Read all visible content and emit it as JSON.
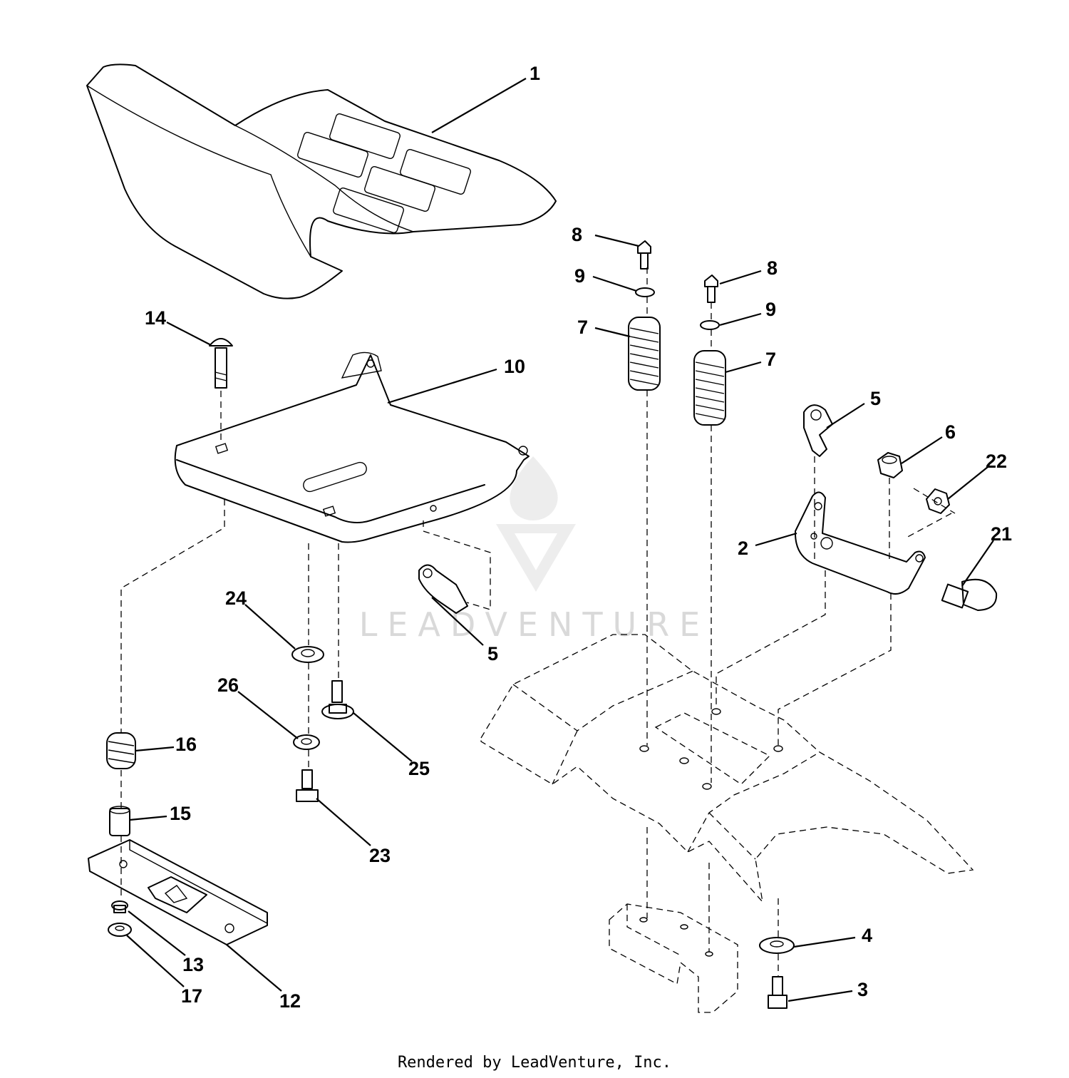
{
  "watermark": {
    "text": "LEADVENTURE",
    "icon": "leadventure-flame-v-logo"
  },
  "footer": {
    "text": "Rendered by LeadVenture, Inc."
  },
  "callouts": {
    "c1": "1",
    "c2": "2",
    "c3": "3",
    "c4": "4",
    "c5a": "5",
    "c5b": "5",
    "c6": "6",
    "c7a": "7",
    "c7b": "7",
    "c8a": "8",
    "c8b": "8",
    "c9a": "9",
    "c9b": "9",
    "c10": "10",
    "c12": "12",
    "c13": "13",
    "c14": "14",
    "c15": "15",
    "c16": "16",
    "c17": "17",
    "c21": "21",
    "c22": "22",
    "c23": "23",
    "c24": "24",
    "c25": "25",
    "c26": "26"
  }
}
